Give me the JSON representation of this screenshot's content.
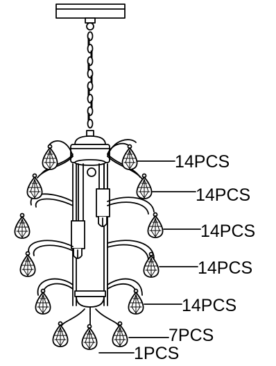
{
  "diagram": {
    "labels": [
      {
        "id": "row-1",
        "text": "14PCS"
      },
      {
        "id": "row-2",
        "text": "14PCS"
      },
      {
        "id": "row-3",
        "text": "14PCS"
      },
      {
        "id": "row-4",
        "text": "14PCS"
      },
      {
        "id": "row-5",
        "text": "14PCS"
      },
      {
        "id": "row-6",
        "text": "7PCS"
      },
      {
        "id": "row-7",
        "text": "1PCS"
      }
    ],
    "colors": {
      "line": "#000000",
      "fill": "#ffffff"
    }
  }
}
